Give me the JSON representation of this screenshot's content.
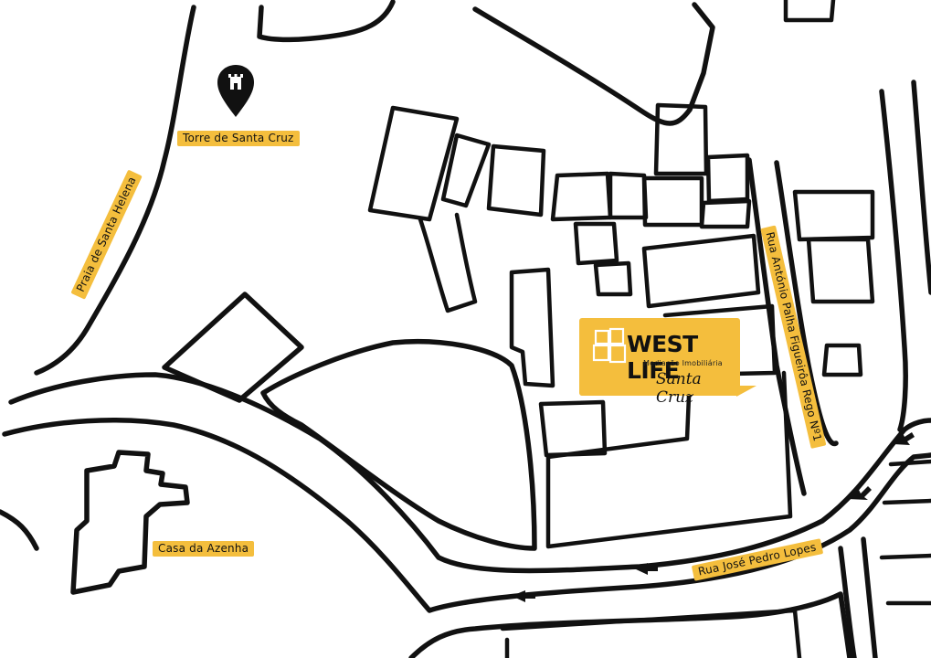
{
  "map": {
    "labels": {
      "torre": "Torre de Santa Cruz",
      "praia": "Praia de Santa Helena",
      "casa": "Casa da Azenha",
      "rua_antonio": "Rua António Palha Figueirôa Rego Nº1",
      "rua_jose": "Rua José Pedro Lopes"
    },
    "brand": {
      "name": "WEST LIFE",
      "tagline": "Mediação Imobiliária",
      "location": "Santa Cruz"
    },
    "icons": {
      "landmark": "tower-pin-icon",
      "arrows": "arrow-icon"
    },
    "colors": {
      "label_background": "#f4be3d",
      "ink": "#111111",
      "background": "#ffffff"
    }
  }
}
